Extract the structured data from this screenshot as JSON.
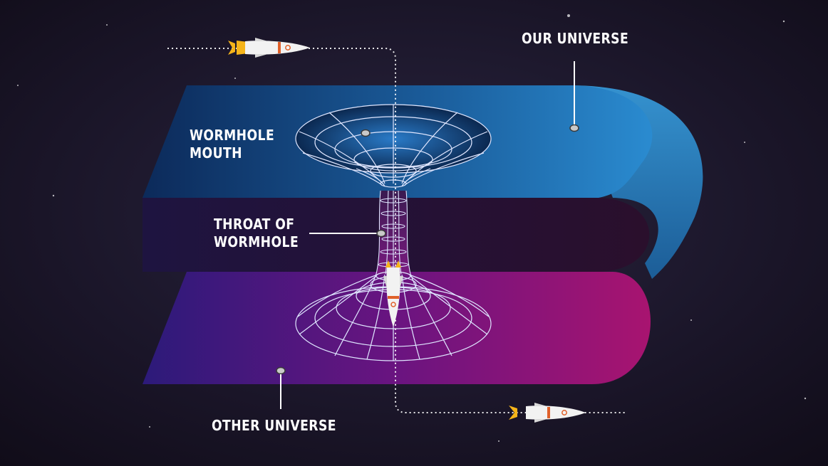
{
  "labels": {
    "our_universe": "OUR UNIVERSE",
    "wormhole_mouth_line1": "WORMHOLE",
    "wormhole_mouth_line2": "MOUTH",
    "throat_line1": "THROAT OF",
    "throat_line2": "WORMHOLE",
    "other_universe": "OTHER UNIVERSE"
  },
  "colors": {
    "space_background": "#14101f",
    "our_universe_sheet": "#1e6fb0",
    "connecting_fold": "#24153a",
    "other_universe_sheet": "#8f1274",
    "grid_lines": "#dfe6ff",
    "label_text": "#ffffff",
    "rocket_body": "#f2f2f2",
    "rocket_flame": "#f5b41a"
  },
  "icons": {
    "top_rocket": "rocket-icon",
    "throat_rocket": "rocket-icon",
    "bottom_rocket": "rocket-icon"
  }
}
